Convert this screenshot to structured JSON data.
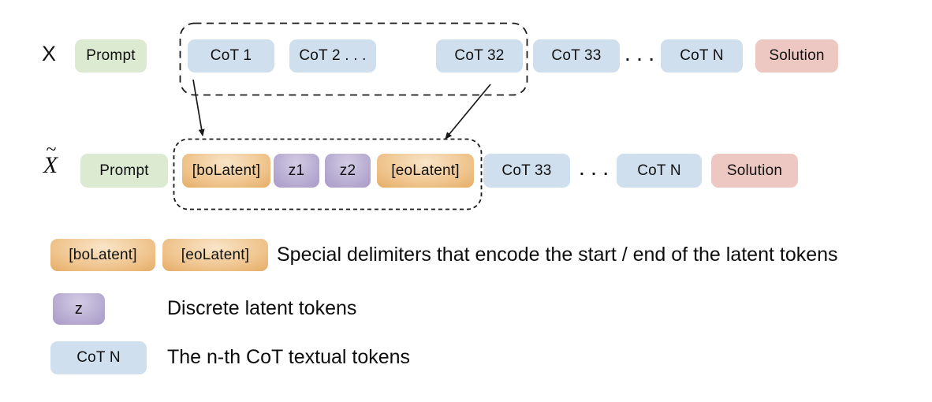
{
  "colors": {
    "green": "#dcead2",
    "blue": "#cfdfee",
    "pink": "#edc8c3",
    "orange_light": "#f9e5c8",
    "orange_mid": "#eec188",
    "orange_edge": "#db9a47",
    "purple_light": "#d2cce4",
    "purple_mid": "#b2a5ce",
    "purple_edge": "#9b8bc1",
    "text": "#111111"
  },
  "sequence_x": {
    "label": "X",
    "prompt": "Prompt",
    "cot_1": "CoT 1",
    "cot_2": "CoT 2 . . .",
    "cot_32": "CoT 32",
    "cot_33": "CoT 33",
    "ellipsis": ". . .",
    "cot_n": "CoT N",
    "solution": "Solution"
  },
  "sequence_x_tilde": {
    "label_base": "X",
    "label_tilde": "~",
    "prompt": "Prompt",
    "bo_latent": "[boLatent]",
    "z1": "z1",
    "z2": "z2",
    "eo_latent": "[eoLatent]",
    "cot_33": "CoT 33",
    "ellipsis": ". . .",
    "cot_n": "CoT N",
    "solution": "Solution"
  },
  "legend": {
    "delimiters": {
      "bo_label": "[boLatent]",
      "eo_label": "[eoLatent]",
      "description": "Special delimiters that encode the start / end of the latent tokens"
    },
    "latent": {
      "label": "z",
      "description": "Discrete latent tokens"
    },
    "cot": {
      "label": "CoT N",
      "description": "The n-th CoT textual tokens"
    }
  }
}
